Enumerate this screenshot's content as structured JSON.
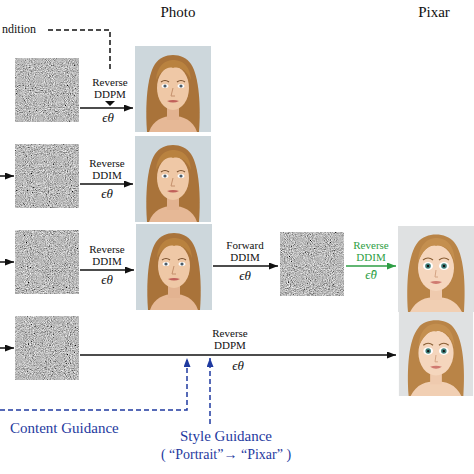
{
  "diagram": {
    "labels": [
      "Photo",
      "Pixar",
      "ndition",
      "Reverse DDPM",
      "ϵθ",
      "Reverse DDIM",
      "ϵθ",
      "Reverse DDIM",
      "ϵθ",
      "Forward DDIM",
      "ϵθ",
      "Reverse DDIM",
      "ϵ̂θ",
      "Reverse DDPM",
      "ϵθ",
      "Content Guidance",
      "Style Guidance",
      "( “Portrait”→ “Pixar” )"
    ]
  }
}
